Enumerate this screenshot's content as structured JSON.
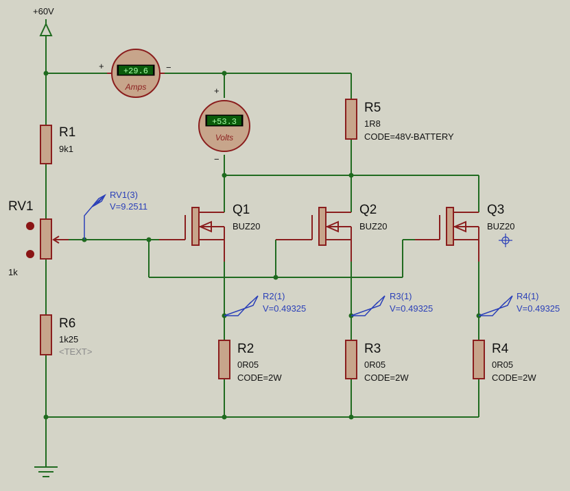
{
  "supply": {
    "label": "+60V"
  },
  "ammeter": {
    "value": "+29.6",
    "name": "Amps",
    "plus": "+",
    "minus": "−"
  },
  "voltmeter": {
    "value": "+53.3",
    "name": "Volts",
    "plus": "+",
    "minus": "−"
  },
  "components": {
    "R1": {
      "ref": "R1",
      "value": "9k1"
    },
    "RV1": {
      "ref": "RV1",
      "value": "1k"
    },
    "R6": {
      "ref": "R6",
      "value": "1k25",
      "extra": "<TEXT>"
    },
    "R5": {
      "ref": "R5",
      "value": "1R8",
      "code": "CODE=48V-BATTERY"
    },
    "Q1": {
      "ref": "Q1",
      "value": "BUZ20"
    },
    "Q2": {
      "ref": "Q2",
      "value": "BUZ20"
    },
    "Q3": {
      "ref": "Q3",
      "value": "BUZ20"
    },
    "R2": {
      "ref": "R2",
      "value": "0R05",
      "code": "CODE=2W"
    },
    "R3": {
      "ref": "R3",
      "value": "0R05",
      "code": "CODE=2W"
    },
    "R4": {
      "ref": "R4",
      "value": "0R05",
      "code": "CODE=2W"
    }
  },
  "probes": {
    "rv1": {
      "name": "RV1(3)",
      "voltage": "V=9.2511"
    },
    "r2": {
      "name": "R2(1)",
      "voltage": "V=0.49325"
    },
    "r3": {
      "name": "R3(1)",
      "voltage": "V=0.49325"
    },
    "r4": {
      "name": "R4(1)",
      "voltage": "V=0.49325"
    }
  },
  "colors": {
    "wire": "#1f6a1f",
    "component": "#8a1d1d",
    "fill": "#c7a58b",
    "probe": "#2a3fb8",
    "background": "#d4d4c7"
  }
}
